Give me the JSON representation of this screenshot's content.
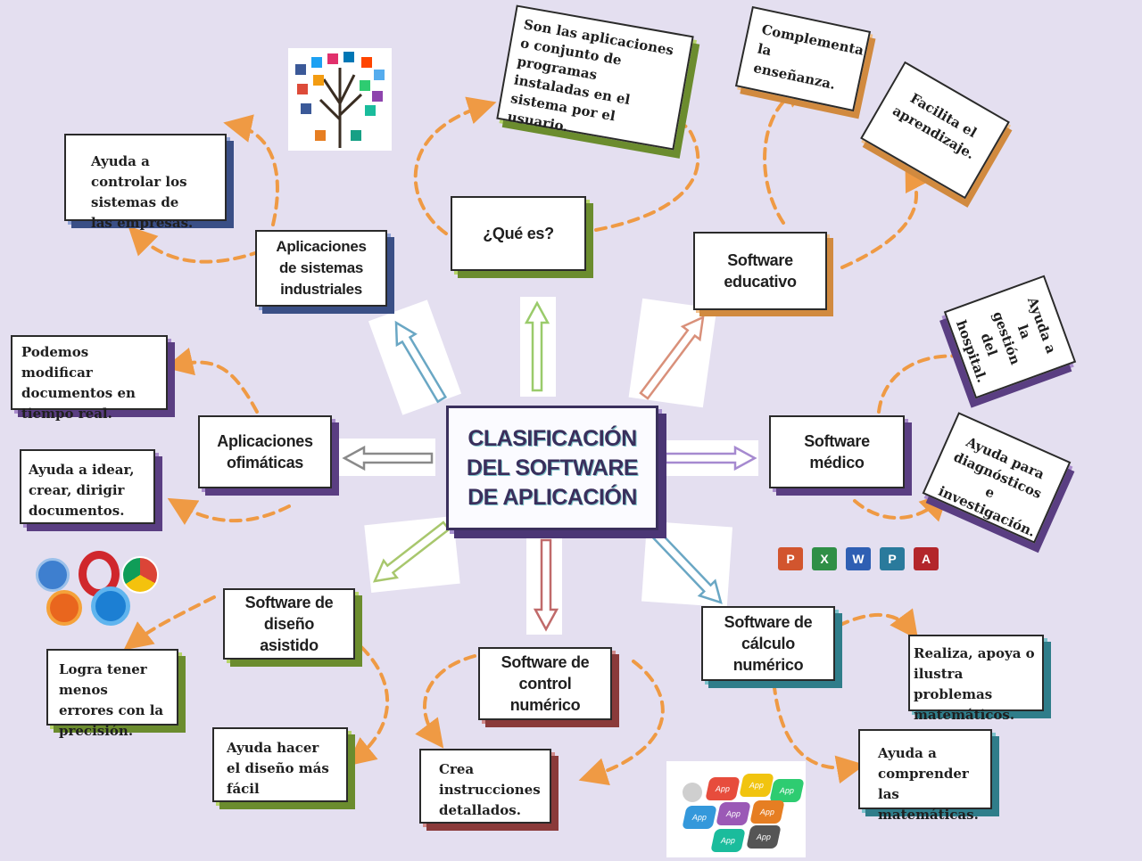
{
  "center": {
    "title": "CLASIFICACIÓN DEL SOFTWARE DE APLICACIÓN"
  },
  "colors": {
    "background": "#e4dff0",
    "connector": "#ef9a44",
    "blue": "#3a4f86",
    "green": "#6b8c2e",
    "orange": "#d18a3f",
    "purple": "#5a3e82",
    "teal": "#2f7d8a",
    "red": "#8a3a3a"
  },
  "nodes": {
    "que_es": {
      "title": "¿Qué es?",
      "definition": "Son las aplicaciones o conjunto de programas instaladas en el sistema por el usuario."
    },
    "educativo": {
      "title": "Software educativo",
      "note_1": "Complementa la enseñanza.",
      "note_2": "Facilita el aprendizaje."
    },
    "medico": {
      "title": "Software médico",
      "note_1": "Ayuda a la gestión del hospital.",
      "note_2": "Ayuda para diagnósticos e investigación."
    },
    "calculo": {
      "title": "Software de cálculo numérico",
      "note_1": "Realiza, apoya o ilustra problemas matemáticos.",
      "note_2": "Ayuda a comprender las matemáticas."
    },
    "control": {
      "title": "Software de control numérico",
      "note_1": "Crea instrucciones detallados."
    },
    "diseno": {
      "title": "Software de diseño asistido",
      "note_1": "Logra tener menos errores con la precisión.",
      "note_2": "Ayuda hacer el diseño más fácil"
    },
    "ofimaticas": {
      "title": "Aplicaciones ofimáticas",
      "note_1": "Podemos modificar documentos en tiempo real.",
      "note_2": "Ayuda a idear, crear, dirigir documentos."
    },
    "industriales": {
      "title": "Aplicaciones de sistemas industriales",
      "note_1": "Ayuda a controlar los sistemas de las empresas."
    }
  },
  "images": {
    "social_tree": "social-media-tree-icon",
    "browsers": "browser-logos-icon",
    "office": [
      "P",
      "X",
      "W",
      "P",
      "A"
    ],
    "office_colors": [
      "#d2552e",
      "#2f8f46",
      "#2f5fb3",
      "#2a7a9c",
      "#b3262b"
    ],
    "apps_keyboard": "app-keyboard-icon",
    "app_keys": [
      "App",
      "App",
      "App",
      "App",
      "App",
      "App",
      "App",
      "App"
    ]
  }
}
